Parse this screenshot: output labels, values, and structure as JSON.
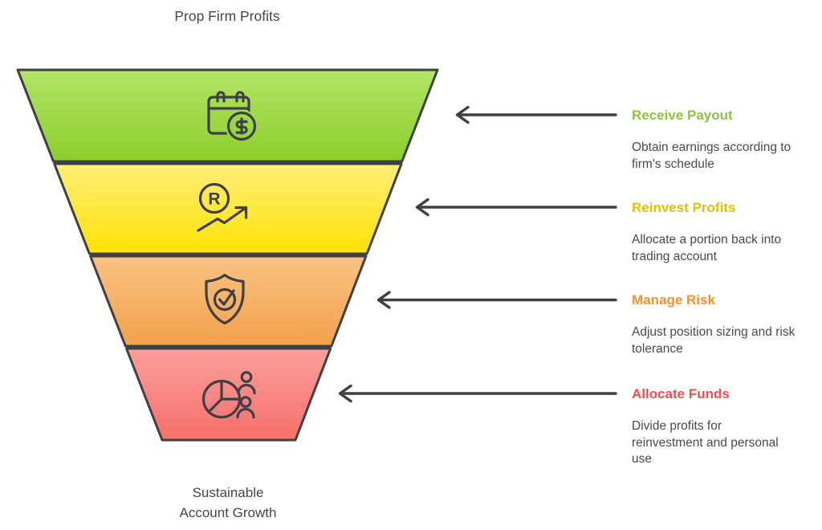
{
  "title": "Prop Firm Profits",
  "footer_label": "Sustainable\nAccount Growth",
  "palette": {
    "outline": "#3f3f46",
    "body_text": "#4a4a4b",
    "title_text": "#46464b",
    "arrow": "#3f3f46",
    "background": "#ffffff"
  },
  "funnel": {
    "stages": [
      {
        "label": "Receive Payout",
        "description": "Obtain earnings according to\nfirm's schedule",
        "accent": "#8cc63f",
        "fill_top": "#b3e466",
        "fill_bottom": "#8bcf2c",
        "icon": "calendar-dollar-icon"
      },
      {
        "label": "Reinvest Profits",
        "description": "Allocate a portion back into\ntrading account",
        "accent": "#e3c000",
        "fill_top": "#ffee79",
        "fill_bottom": "#fee303",
        "icon": "registered-trending-up-icon",
        "icon_glyph": "R"
      },
      {
        "label": "Manage Risk",
        "description": "Adjust position sizing and risk\ntolerance",
        "accent": "#f0932d",
        "fill_top": "#f9c384",
        "fill_bottom": "#f4a14c",
        "icon": "shield-check-icon"
      },
      {
        "label": "Allocate Funds",
        "description": "Divide profits for\nreinvestment and personal\nuse",
        "accent": "#ef4e4c",
        "fill_top": "#fb9f9d",
        "fill_bottom": "#f7706a",
        "icon": "pie-chart-users-icon"
      }
    ]
  }
}
